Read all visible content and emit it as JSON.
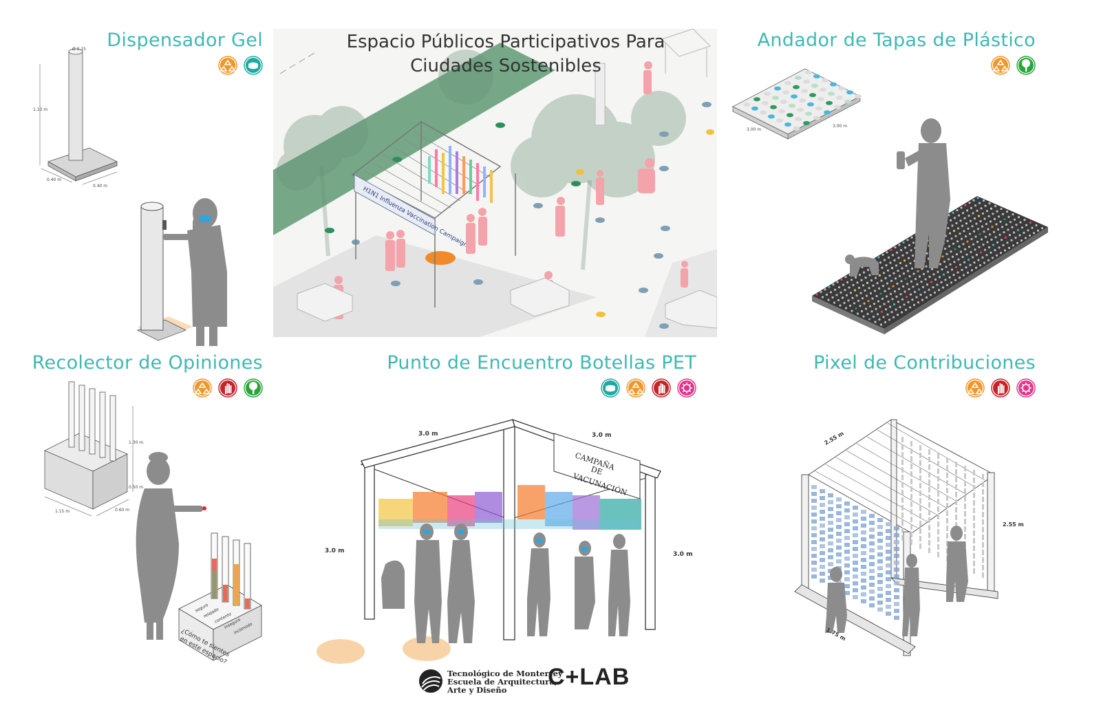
{
  "main_title": {
    "line1": "Espacio Públicos Participativos Para",
    "line2": "Ciudades Sostenibles"
  },
  "sections": [
    {
      "id": "gel",
      "title": "Dispensador Gel",
      "badges": [
        "recycle-icon",
        "mask-icon"
      ]
    },
    {
      "id": "tapas",
      "title": "Andador de Tapas de Plástico",
      "badges": [
        "recycle-icon",
        "tree-icon"
      ]
    },
    {
      "id": "opiniones",
      "title": "Recolector de Opiniones",
      "badges": [
        "recycle-icon",
        "hand-icon",
        "tree-icon"
      ]
    },
    {
      "id": "pet",
      "title": "Punto de Encuentro Botellas PET",
      "badges": [
        "mask-icon",
        "recycle-icon",
        "hand-icon",
        "virus-icon"
      ]
    },
    {
      "id": "pixel",
      "title": "Pixel de Contribuciones",
      "badges": [
        "recycle-icon",
        "hand-icon",
        "virus-icon"
      ]
    }
  ],
  "badge_colors": {
    "recycle-icon": "#f0962a",
    "mask-icon": "#1fa9a0",
    "tree-icon": "#2aa53a",
    "hand-icon": "#c4242a",
    "virus-icon": "#e0358a"
  },
  "dimensions": {
    "gel_height": "1.10 m",
    "gel_w1": "0.40 m",
    "gel_w2": "0.40 m",
    "gel_top": "Ø 0.15",
    "tapas_w1": "3.00 m",
    "tapas_w2": "3.00 m",
    "op_h1": "1.30 m",
    "op_h2": "0.50 m",
    "op_w1": "1.15 m",
    "op_w2": "0.60 m",
    "pet_w1": "3.0 m",
    "pet_w2": "3.0 m",
    "pet_h1": "3.0 m",
    "pet_h2": "3.0 m",
    "pix_w": "2.55 m",
    "pix_h": "2.55 m",
    "pix_d": "1.75 m"
  },
  "labels": {
    "vaccination_banner": "H1N1 Influenza Vaccination Campaign",
    "campaign_sign_1": "CAMPAÑA",
    "campaign_sign_2": "DE",
    "campaign_sign_3": "VACUNACIÓN",
    "opinion_q1": "¿Cómo te sientes",
    "opinion_q2": "en este espacio?",
    "opinion_words": [
      "seguro",
      "relajado",
      "contento",
      "inseguro",
      "incómodo"
    ]
  },
  "logos": {
    "tec_line1": "Tecnológico de Monterrey",
    "tec_line2": "Escuela de Arquitectura,",
    "tec_line3": "Arte y Diseño",
    "clab": "C+LAB"
  },
  "colors": {
    "title": "#3fb8b0",
    "figure": "#8c8c8c",
    "pink_figures": "#f4a3ab",
    "green_dot": "#2f8f5a",
    "blue_dot": "#7f9fb5",
    "yellow_dot": "#f3c03b"
  }
}
